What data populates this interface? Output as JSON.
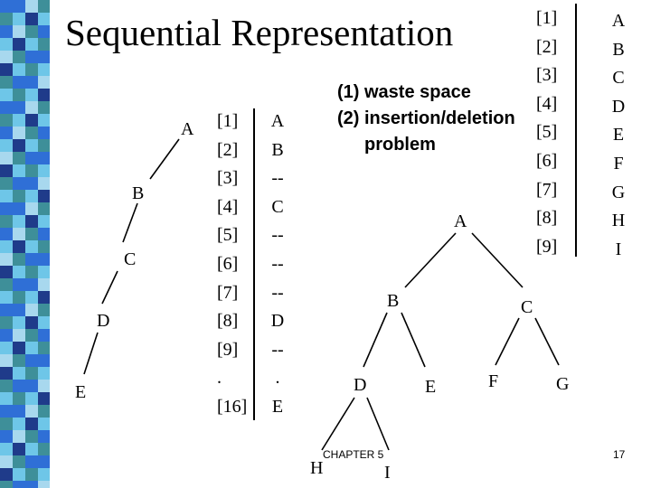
{
  "title": "Sequential Representation",
  "notes": [
    "(1) waste space",
    "(2) insertion/deletion",
    "problem"
  ],
  "skewed_tree": {
    "nodes": [
      "A",
      "B",
      "C",
      "D",
      "E"
    ]
  },
  "skewed_array": {
    "indices": [
      "[1]",
      "[2]",
      "[3]",
      "[4]",
      "[5]",
      "[6]",
      "[7]",
      "[8]",
      "[9]",
      ".",
      "[16]"
    ],
    "values": [
      "A",
      "B",
      "--",
      "C",
      "--",
      "--",
      "--",
      "D",
      "--",
      ".",
      "E"
    ]
  },
  "complete_array": {
    "indices": [
      "[1]",
      "[2]",
      "[3]",
      "[4]",
      "[5]",
      "[6]",
      "[7]",
      "[8]",
      "[9]"
    ],
    "values": [
      "A",
      "B",
      "C",
      "D",
      "E",
      "F",
      "G",
      "H",
      "I"
    ]
  },
  "complete_tree": {
    "nodes": [
      "A",
      "B",
      "C",
      "D",
      "E",
      "F",
      "G",
      "H",
      "I"
    ]
  },
  "footer": "CHAPTER 5",
  "page_number": "17",
  "colors": {
    "strip_blue": "#2f6fd6",
    "strip_cyan": "#6ec6e8",
    "strip_teal": "#3e8f99",
    "strip_dark": "#1f3b8a",
    "strip_light": "#a8d8ee"
  }
}
